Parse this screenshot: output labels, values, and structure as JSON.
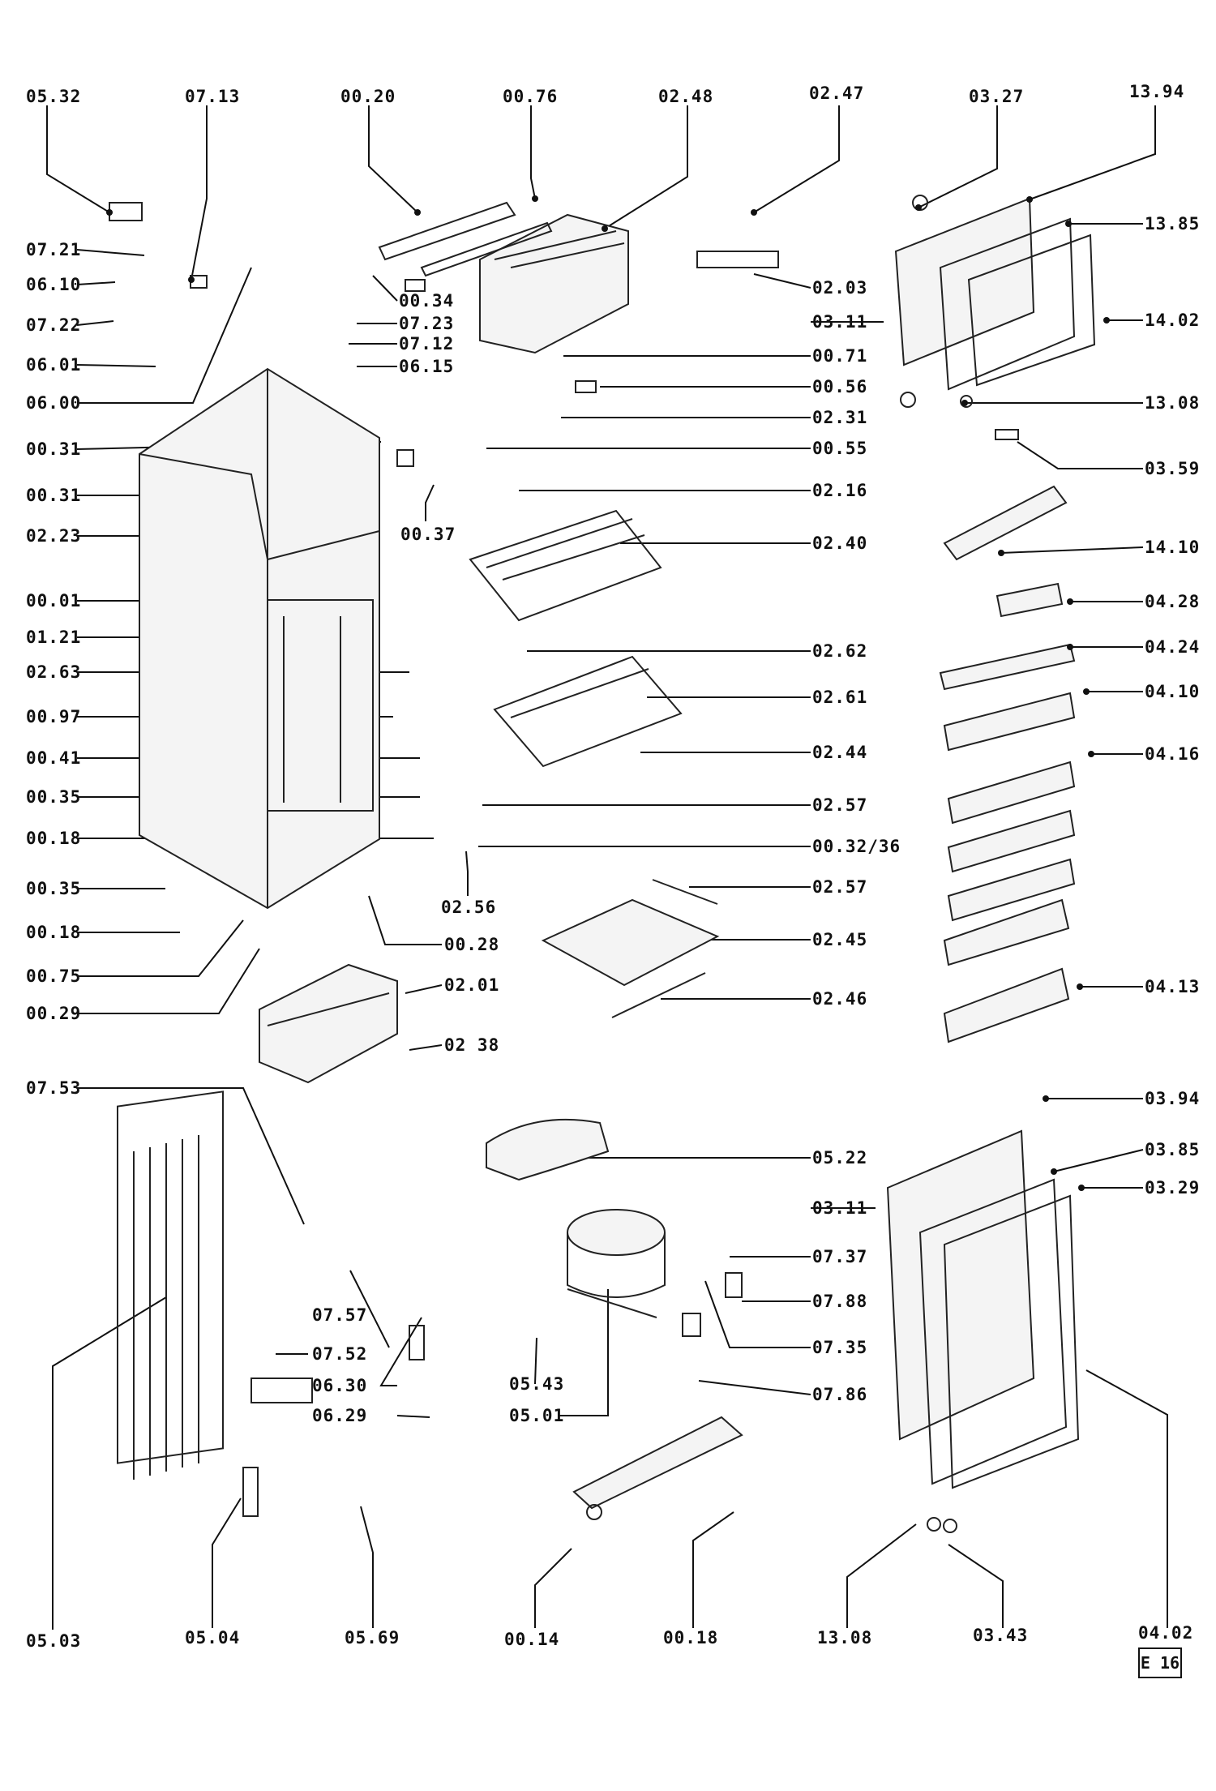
{
  "labels": {
    "top": [
      "05.32",
      "07.13",
      "00.20",
      "00.76",
      "02.48",
      "02.47",
      "03.27",
      "13.94"
    ],
    "left": [
      "07.21",
      "06.10",
      "07.22",
      "06.01",
      "06.00",
      "00.31",
      "00.31",
      "02.23",
      "00.01",
      "01.21",
      "02.63",
      "00.97",
      "00.41",
      "00.35",
      "00.18",
      "00.35",
      "00.18",
      "00.75",
      "00.29",
      "07.53"
    ],
    "center": [
      "00.34",
      "07.23",
      "07.12",
      "06.15",
      "00.37",
      "02.56",
      "00.28",
      "02.01",
      "02 38",
      "07.57",
      "07.52",
      "06.30",
      "06.29",
      "05.43",
      "05.01"
    ],
    "mid_right": [
      "02.03",
      "03.11",
      "00.71",
      "00.56",
      "02.31",
      "00.55",
      "02.16",
      "02.40",
      "02.62",
      "02.61",
      "02.44",
      "02.57",
      "00.32/36",
      "02.57",
      "02.45",
      "02.46",
      "05.22",
      "03.11",
      "07.37",
      "07.88",
      "07.35",
      "07.86"
    ],
    "far_right": [
      "13.85",
      "14.02",
      "13.08",
      "03.59",
      "14.10",
      "04.28",
      "04.24",
      "04.10",
      "04.16",
      "04.13",
      "03.94",
      "03.85",
      "03.29"
    ],
    "bottom": [
      "05.03",
      "05.04",
      "05.69",
      "00.14",
      "00.18",
      "13.08",
      "03.43",
      "04.02"
    ]
  },
  "page_code": "E 16"
}
